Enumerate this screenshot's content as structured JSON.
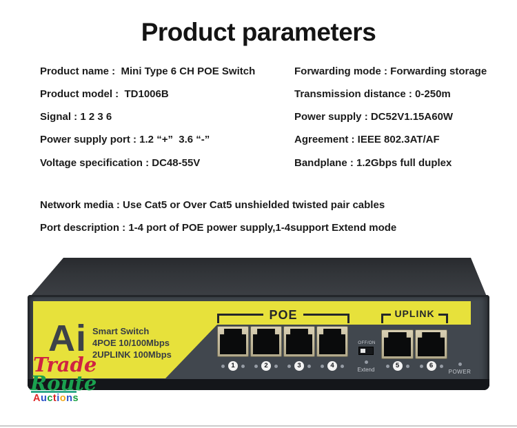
{
  "title": "Product parameters",
  "specs": {
    "left": [
      "Product name :  Mini Type 6 CH POE Switch",
      "Product model :  TD1006B",
      "Signal : 1 2 3 6",
      "Power supply port : 1.2 “+”  3.6 “-”",
      "Voltage specification : DC48-55V"
    ],
    "right": [
      "Forwarding mode : Forwarding storage",
      "Transmission distance : 0-250m",
      "Power supply : DC52V1.15A60W",
      "Agreement : IEEE 802.3AT/AF",
      "Bandplane : 1.2Gbps full duplex"
    ],
    "full": [
      "Network media : Use Cat5 or Over Cat5 unshielded twisted pair cables",
      "Port description : 1-4 port of POE power supply,1-4support Extend mode"
    ]
  },
  "device": {
    "brand": "Ai",
    "panel_lines": [
      "Smart Switch",
      "4POE 10/100Mbps",
      "2UPLINK 100Mbps"
    ],
    "poe_label": "POE",
    "uplink_label": "UPLINK",
    "poe_ports": [
      "1",
      "2",
      "3",
      "4"
    ],
    "uplink_ports": [
      "5",
      "6"
    ],
    "switch_label_top": "OFF/ON",
    "switch_label_bottom": "Extend",
    "power_label": "POWER",
    "colors": {
      "panel_yellow": "#e7e13b",
      "body_gray": "#41474e",
      "top_gray": "#303338",
      "bezel_tan": "#c9c0a2"
    }
  },
  "watermark": {
    "line1": "Trade",
    "line2": "Route",
    "line3_letters": [
      {
        "ch": "A",
        "color": "#e02828"
      },
      {
        "ch": "u",
        "color": "#2850c8"
      },
      {
        "ch": "c",
        "color": "#18a040"
      },
      {
        "ch": "t",
        "color": "#d82020"
      },
      {
        "ch": "i",
        "color": "#2850c8"
      },
      {
        "ch": "o",
        "color": "#f0a818"
      },
      {
        "ch": "n",
        "color": "#2850c8"
      },
      {
        "ch": "s",
        "color": "#18a040"
      }
    ]
  }
}
